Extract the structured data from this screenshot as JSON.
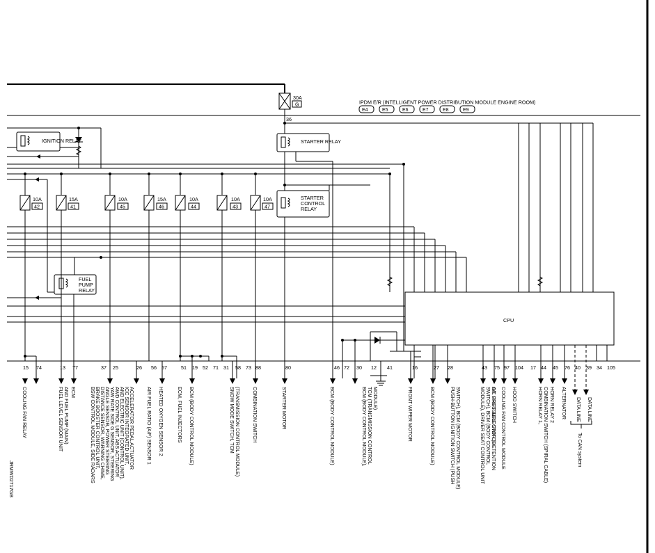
{
  "colors": {
    "line": "#000000",
    "background": "#ffffff"
  },
  "module": {
    "title": "IPDM E/R (INTELLIGENT POWER DISTRIBUTION MODULE ENGINE ROOM)",
    "connectors": [
      "E4",
      "E5",
      "E6",
      "E7",
      "E8",
      "E9"
    ]
  },
  "main_fuse": {
    "amps": "30A",
    "letter": "G",
    "pin": "36"
  },
  "relays": {
    "ignition": "IGNITION RELAY",
    "starter": "STARTER RELAY",
    "starter_control": "STARTER CONTROL RELAY",
    "fuel_pump": "FUEL PUMP RELAY"
  },
  "cpu_label": "CPU",
  "fuses": [
    {
      "amps": "10A",
      "num": "42"
    },
    {
      "amps": "15A",
      "num": "41"
    },
    {
      "amps": "10A",
      "num": "45"
    },
    {
      "amps": "15A",
      "num": "46"
    },
    {
      "amps": "10A",
      "num": "44"
    },
    {
      "amps": "10A",
      "num": "43"
    },
    {
      "amps": "10A",
      "num": "47"
    }
  ],
  "terminals": [
    "15",
    "74",
    "13",
    "77",
    "37",
    "25",
    "26",
    "56",
    "57",
    "51",
    "19",
    "52",
    "71",
    "31",
    "58",
    "73",
    "88",
    "80",
    "46",
    "72",
    "30",
    "12",
    "41",
    "16",
    "27",
    "28",
    "43",
    "75",
    "97",
    "104",
    "17",
    "44",
    "45",
    "76",
    "40",
    "39",
    "34",
    "105"
  ],
  "outputs": [
    {
      "lines": [
        "COOLING FAN RELAY"
      ]
    },
    {
      "lines": [
        "FUEL LEVEL SENSOR UNIT",
        "AND FUEL PUMP (MAIN)"
      ]
    },
    {
      "lines": [
        "ECM"
      ]
    },
    {
      "lines": [
        "BSW CONTROL MODULE, SIDE RADARS",
        "BRAKE BOOSTER CONTROL UNIT,",
        "DISTANCE SENSOR, WARNING CHIME,",
        "ANGLE SENSOR, POWER STEERING",
        "YAW RATE SIDE G SENSOR, STEERING",
        "AWD CONTROL UNIT, ABS ACTUATOR",
        "AND ELECTRIC UNIT (CONTROL UNIT),",
        "ICC SENSOR INTEGRATED UNIT,",
        "ACCELERATOR PEDAL ACTUATOR"
      ]
    },
    {
      "lines": [
        "AIR FUEL RATIO (A/F) SENSOR 1"
      ]
    },
    {
      "lines": [
        "HEATED OXYGEN SENSOR 2"
      ]
    },
    {
      "lines": [
        "ECM, FUEL INJECTORS"
      ]
    },
    {
      "lines": [
        "BCM (BODY CONTROL MODULE)"
      ]
    },
    {
      "lines": [
        "SNOW MODE SWITCH, TCM",
        "(TRANSMISSION CONTROL MODULE)"
      ]
    },
    {
      "lines": [
        "COMBINATION SWITCH"
      ]
    },
    {
      "lines": [
        "STARTER MOTOR"
      ]
    },
    {
      "lines": [
        "BCM (BODY CONTROL MODULE)"
      ]
    },
    {
      "lines": [
        "BCM (BODY CONTROL MODULE),",
        "TCM (TRANSMISSION CONTROL",
        "MODULE)"
      ]
    },
    {
      "lines": [
        "FRONT WIPER MOTOR"
      ]
    },
    {
      "lines": [
        "BCM (BODY CONTROL MODULE)"
      ]
    },
    {
      "lines": [
        "PUSH-BUTTON IGNITION SWITCH (PUSH",
        "SWITCH), BCM (BODY CONTROL MODULE)"
      ]
    },
    {
      "lines": [
        "A/T SHIFT SELECTOR (DETENTION",
        "SWITCH), BCM (BODY CONTROL",
        "MODULE), DRIVER SEAT CONTROL UNIT"
      ]
    },
    {
      "lines": [
        "OIL PRESSURE SWITCH"
      ]
    },
    {
      "lines": [
        "COOLING FAN CONTROL MODULE"
      ]
    },
    {
      "lines": [
        "HOOD SWITCH"
      ]
    },
    {
      "lines": [
        "HORN RELAY 1,",
        "COMBINATION SWITCH (SPIRAL CABLE)"
      ]
    },
    {
      "lines": [
        "HORN RELAY 2"
      ]
    },
    {
      "lines": [
        "ALTERNATOR"
      ]
    },
    {
      "lines": [
        "DATA LINE"
      ]
    },
    {
      "lines": [
        "DATA LINE"
      ]
    }
  ],
  "can_note": "To CAN system",
  "figure_code": "JRMWD2717GB"
}
